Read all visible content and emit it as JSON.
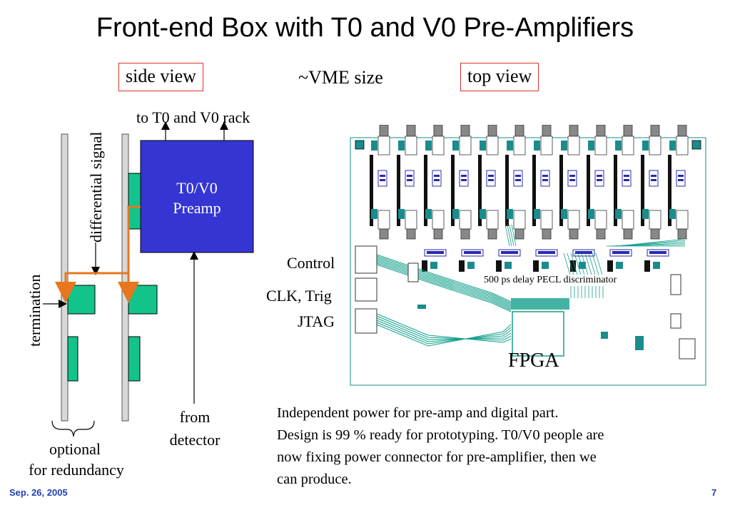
{
  "slide": {
    "title": "Front-end Box with T0 and V0 Pre-Amplifiers",
    "footer_date": "Sep. 26, 2005",
    "page_number": "7"
  },
  "labels": {
    "side_view": "side view",
    "vme_size": "~VME size",
    "top_view": "top view",
    "to_rack": "to T0 and V0 rack",
    "differential_signal": "differential signal",
    "termination": "termination",
    "preamp_line1": "T0/V0",
    "preamp_line2": "Preamp",
    "from": "from",
    "detector": "detector",
    "optional": "optional",
    "for_redundancy": "for redundancy",
    "control": "Control",
    "clk_trig": "CLK, Trig",
    "jtag": "JTAG",
    "discriminator": "500 ps delay PECL discriminator",
    "fpga": "FPGA"
  },
  "description": {
    "lines": [
      "Independent power for pre-amp and digital part.",
      "Design is 99 % ready for prototyping. T0/V0 people are",
      "now fixing power connector for pre-amplifier, then we",
      "can produce."
    ]
  },
  "colors": {
    "preamp_fill": "#3535d4",
    "connector_fill": "#12c48c",
    "signal_line": "#e8761e",
    "box_border": "#d8332a",
    "pcb_trace": "#14a08c",
    "footer_text": "#1f3fb0",
    "rail_fill": "#d8d8d8"
  }
}
